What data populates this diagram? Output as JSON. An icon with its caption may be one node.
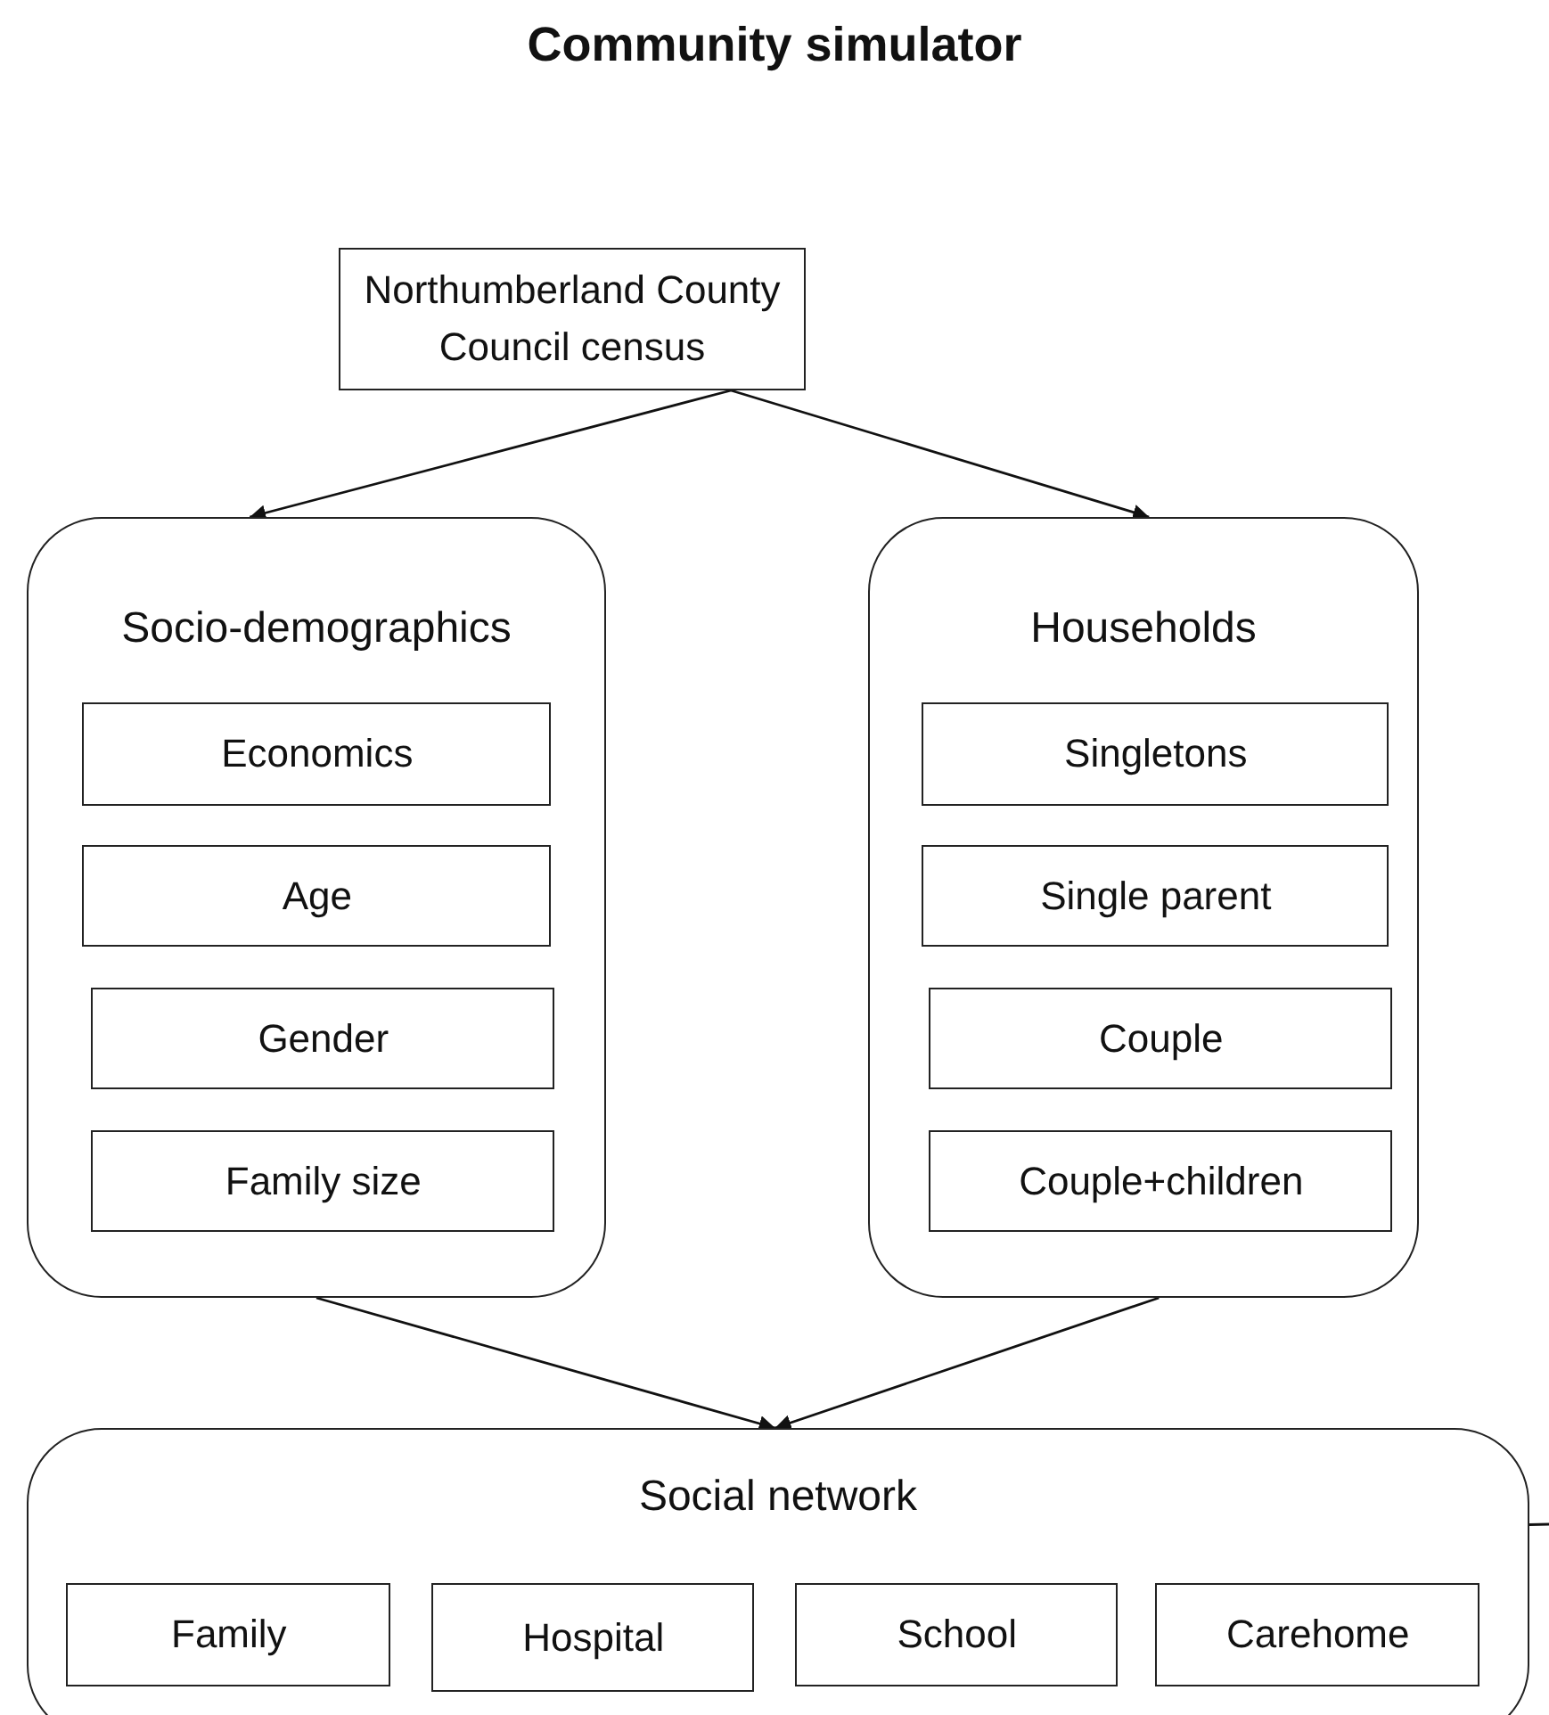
{
  "diagram": {
    "title": "Community simulator",
    "nodes": [
      {
        "text": [
          "Northumberland County Council census"
        ]
      },
      {
        "text": [
          "Socio-demographics"
        ]
      },
      {
        "text": [
          "Economics"
        ],
        "in": 1
      },
      {
        "text": [
          "Age"
        ],
        "in": 1
      },
      {
        "text": [
          "Gender"
        ],
        "in": 1
      },
      {
        "text": [
          "Family size"
        ],
        "in": 1
      },
      {
        "text": [
          "Households"
        ]
      },
      {
        "text": [
          "Singletons"
        ],
        "in": 6
      },
      {
        "text": [
          "Single parent"
        ],
        "in": 6
      },
      {
        "text": [
          "Couple"
        ],
        "in": 6
      },
      {
        "text": [
          "Couple+children"
        ],
        "in": 6
      },
      {
        "text": [
          "Social network"
        ]
      },
      {
        "text": [
          "Family"
        ],
        "in": 11
      },
      {
        "text": [
          "Hospital"
        ],
        "in": 11
      },
      {
        "text": [
          "School"
        ],
        "in": 11
      },
      {
        "text": [
          "Carehome"
        ],
        "in": 11
      }
    ],
    "edges": [
      {
        "from": 0,
        "to": 1,
        "arrow": "to"
      },
      {
        "from": 0,
        "to": 6,
        "arrow": "to"
      },
      {
        "from": 1,
        "to": 11,
        "arrow": "to"
      },
      {
        "from": 6,
        "to": 11,
        "arrow": "to"
      },
      {
        "from": 11,
        "to": null,
        "arrow": "none"
      }
    ]
  }
}
